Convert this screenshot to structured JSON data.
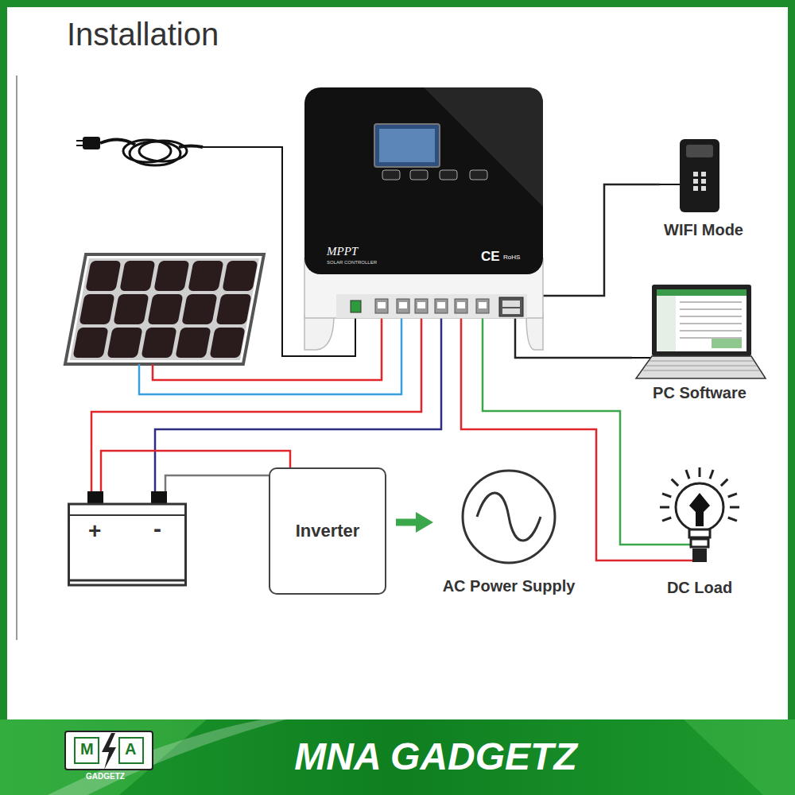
{
  "diagram": {
    "title": "Installation",
    "nodes": [
      {
        "text": [
          "MPPT",
          "SOLAR CONTROLLER",
          "CE",
          "RoHS"
        ]
      },
      {
        "text": [
          "WIFI Mode"
        ]
      },
      {
        "text": [
          "PC Software"
        ]
      },
      {
        "text": [
          "+",
          "-"
        ]
      },
      {
        "text": [
          "Inverter"
        ]
      },
      {
        "text": [
          "AC Power Supply"
        ]
      },
      {
        "text": [
          "DC Load"
        ]
      }
    ],
    "edges": [
      {
        "from": 0,
        "to": 3,
        "arrow": "none"
      },
      {
        "from": 0,
        "to": 6,
        "arrow": "none"
      },
      {
        "from": 0,
        "to": 1,
        "arrow": "none"
      },
      {
        "from": 0,
        "to": 2,
        "arrow": "none"
      },
      {
        "from": 3,
        "to": 4,
        "arrow": "none"
      },
      {
        "from": 4,
        "to": 5,
        "arrow": "to"
      }
    ],
    "labels": [
      "M",
      "A",
      "GADGETZ",
      "MNA GADGETZ"
    ]
  }
}
